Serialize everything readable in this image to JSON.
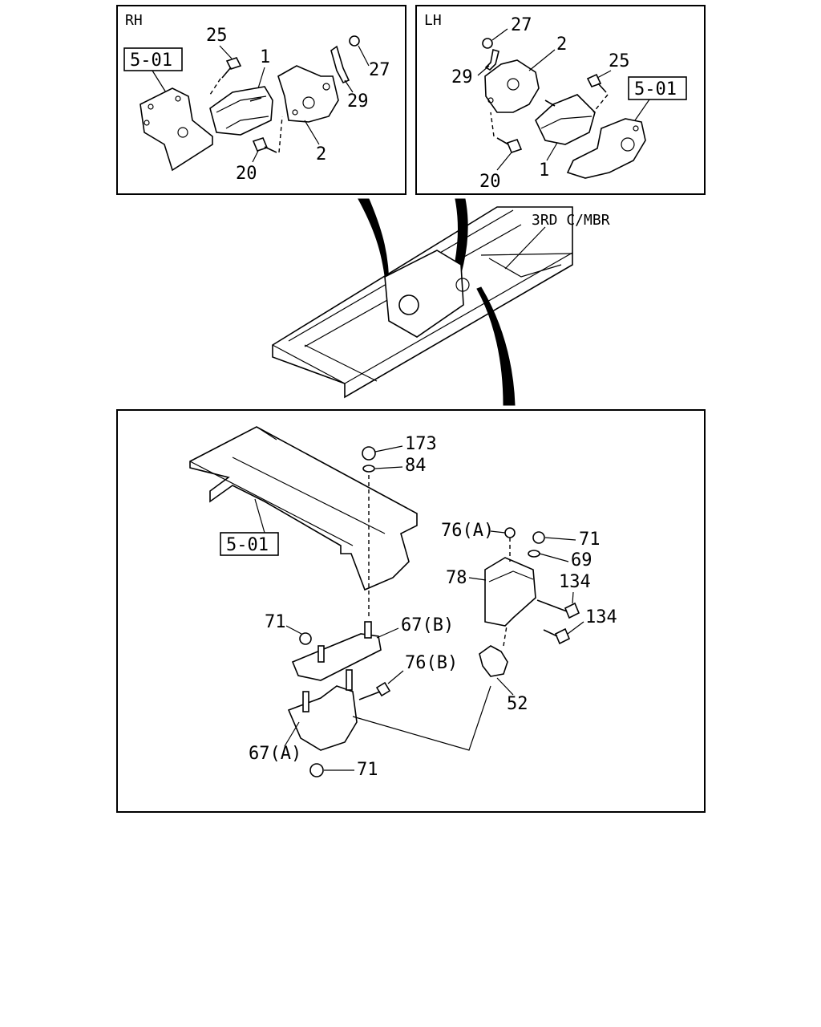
{
  "panels": {
    "rh": {
      "title": "RH",
      "ref_box": "5-01",
      "callouts": [
        "25",
        "1",
        "27",
        "29",
        "2",
        "20"
      ]
    },
    "lh": {
      "title": "LH",
      "ref_box": "5-01",
      "callouts": [
        "27",
        "2",
        "29",
        "25",
        "20",
        "1"
      ]
    },
    "frame": {
      "label": "3RD C/MBR"
    },
    "bottom": {
      "ref_box": "5-01",
      "callouts": [
        "173",
        "84",
        "76(A)",
        "71",
        "69",
        "78",
        "134",
        "134",
        "71",
        "67(B)",
        "76(B)",
        "52",
        "67(A)",
        "71"
      ]
    }
  }
}
